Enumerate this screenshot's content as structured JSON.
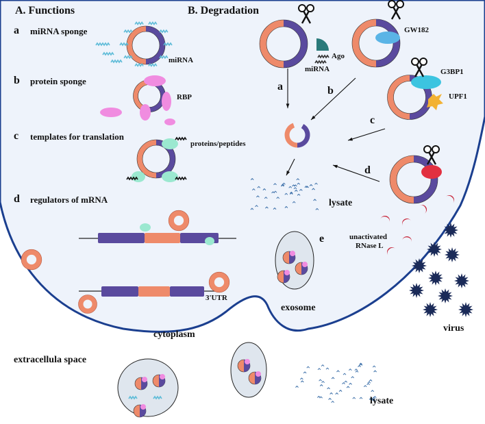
{
  "panelA": {
    "title": "A. Functions",
    "items": [
      {
        "letter": "a",
        "label": "miRNA sponge"
      },
      {
        "letter": "b",
        "label": "protein sponge"
      },
      {
        "letter": "c",
        "label": "templates for translation"
      },
      {
        "letter": "d",
        "label": "regulators of mRNA"
      }
    ],
    "mirna_label": "miRNA",
    "rbp_label": "RBP",
    "proteins_label": "proteins/peptides",
    "utr_label": "3'UTR"
  },
  "panelB": {
    "title": "B. Degradation",
    "ago_label": "Ago",
    "mirna_label": "miRNA",
    "gw182_label": "GW182",
    "g3bp1_label": "G3BP1",
    "upf1_label": "UPF1",
    "path_labels": [
      "a",
      "b",
      "c",
      "d",
      "e"
    ],
    "lysate_label": "lysate",
    "rnase_label_line1": "unactivated",
    "rnase_label_line2": "RNase L",
    "exosome_label": "exosome",
    "virus_label": "virus"
  },
  "regions": {
    "cytoplasm": "cytoplasm",
    "extracellular": "extracellula space",
    "lysate_outside": "lysate"
  },
  "colors": {
    "circ_orange": "#ee8a6a",
    "circ_purple": "#5a4a9e",
    "membrane": "#1b3f8f",
    "cell_fill": "#eef3fb",
    "ago": "#2a7a7a",
    "gw182": "#5ab4e6",
    "g3bp1": "#3cc4e0",
    "upf1": "#f2b233",
    "rbp": "#f08ce0",
    "rnase": "#c8283c",
    "virus": "#1a2a58",
    "exosome_fill": "#dfe6ee",
    "mirna": "#5fbcd8"
  }
}
